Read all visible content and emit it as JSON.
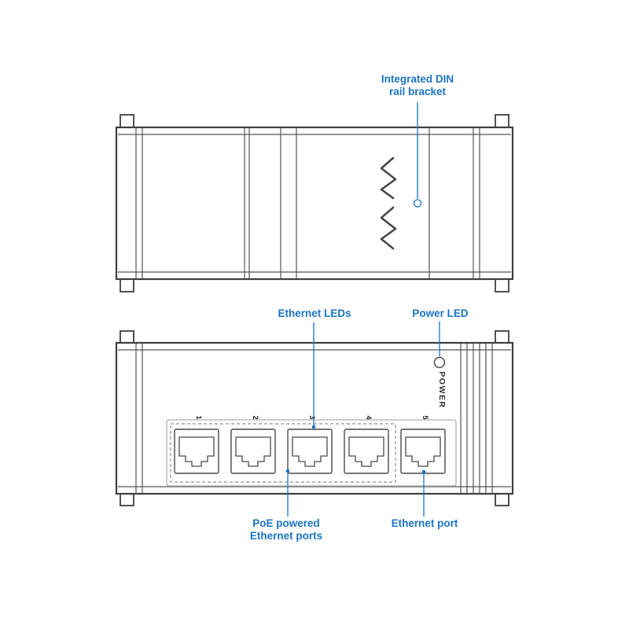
{
  "labels": {
    "din_bracket_line1": "Integrated DIN",
    "din_bracket_line2": "rail bracket",
    "ethernet_leds": "Ethernet LEDs",
    "power_led": "Power LED",
    "poe_line1": "PoE powered",
    "poe_line2": "Ethernet ports",
    "ethernet_port": "Ethernet port"
  },
  "device_front": {
    "power_label": "POWER",
    "port_numbers": [
      "1",
      "2",
      "3",
      "4",
      "5"
    ]
  },
  "colors": {
    "accent": "#1b74c5",
    "line": "#3f3f3f"
  }
}
